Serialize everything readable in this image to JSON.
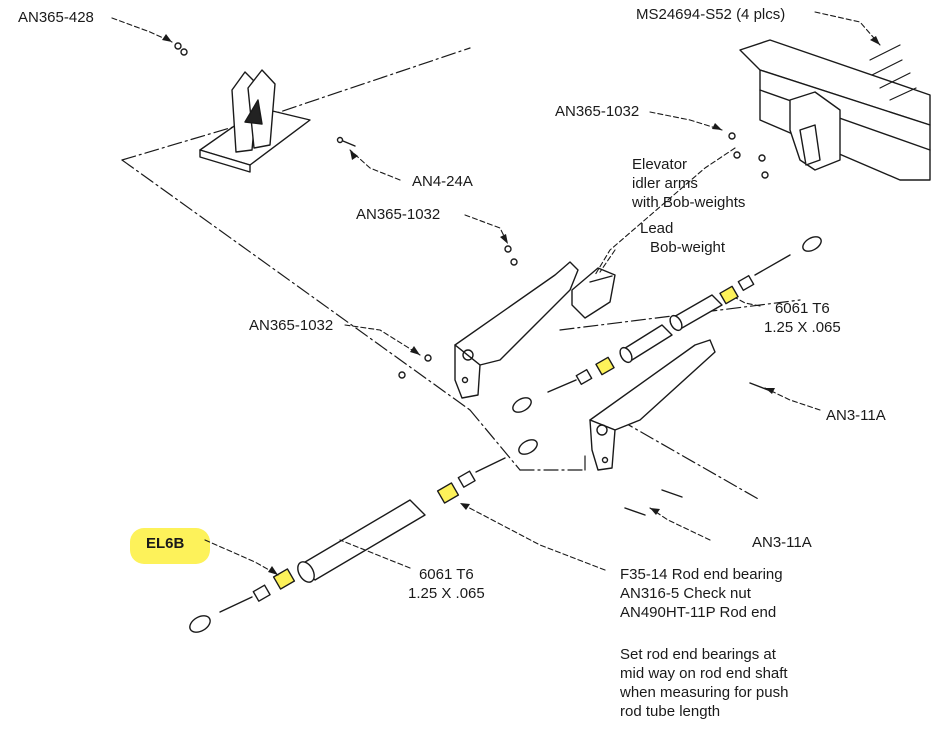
{
  "labels": {
    "an365_428": "AN365-428",
    "ms24694": "MS24694-S52  (4 plcs)",
    "an365_1032_top": "AN365-1032",
    "an4_24a": "AN4-24A",
    "elevator_l1": "Elevator",
    "elevator_l2": "idler arms",
    "elevator_l3": "with Bob-weights",
    "lead_l1": "Lead",
    "lead_l2": "Bob-weight",
    "an365_1032_mid": "AN365-1032",
    "an365_1032_left": "AN365-1032",
    "tube_upper_l1": "6061 T6",
    "tube_upper_l2": "1.25 X .065",
    "an3_11a_upper": "AN3-11A",
    "an3_11a_lower": "AN3-11A",
    "el6b": "EL6B",
    "tube_lower_l1": "6061 T6",
    "tube_lower_l2": "1.25 X .065",
    "parts_l1": "F35-14 Rod end bearing",
    "parts_l2": "AN316-5 Check nut",
    "parts_l3": "AN490HT-11P Rod end",
    "note_l1": "Set rod end bearings at",
    "note_l2": "mid way on rod end shaft",
    "note_l3": "when measuring for push",
    "note_l4": "rod tube length"
  },
  "colors": {
    "highlight": "#fdf25a",
    "ink": "#1a1a1a",
    "background": "#ffffff"
  }
}
